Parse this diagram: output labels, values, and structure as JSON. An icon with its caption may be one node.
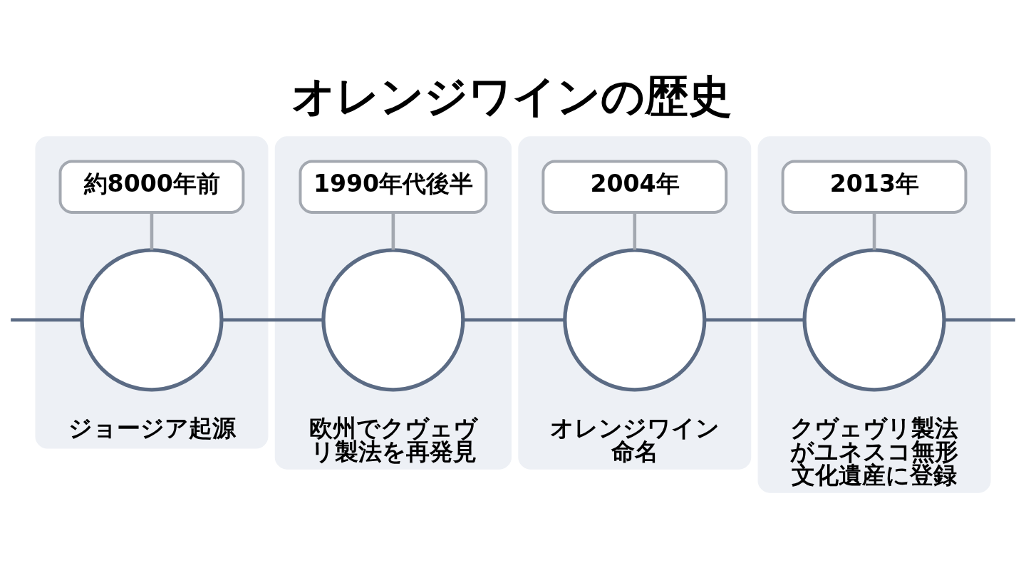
{
  "diagram": {
    "title": "オレンジワインの歴史",
    "nodes": [
      {
        "text": [
          "ジョージア起源"
        ]
      },
      {
        "text": [
          "約8000年前"
        ],
        "in": 0
      },
      {
        "text": [],
        "shape": "circle",
        "in": 0
      },
      {
        "text": [
          "欧州でクヴェヴリ製法を再発見"
        ]
      },
      {
        "text": [
          "1990年代後半"
        ],
        "in": 3
      },
      {
        "text": [],
        "shape": "circle",
        "in": 3
      },
      {
        "text": [
          "オレンジワイン命名"
        ]
      },
      {
        "text": [
          "2004年"
        ],
        "in": 6
      },
      {
        "text": [],
        "shape": "circle",
        "in": 6
      },
      {
        "text": [
          "クヴェヴリ製法がユネスコ無形文化遺産に登録"
        ]
      },
      {
        "text": [
          "2013年"
        ],
        "in": 9
      },
      {
        "text": [],
        "shape": "circle",
        "in": 9
      }
    ],
    "edges": [
      {
        "from": 1,
        "to": 2,
        "arrow": "none",
        "color": "#a3a8b0"
      },
      {
        "from": 4,
        "to": 5,
        "arrow": "none",
        "color": "#a3a8b0"
      },
      {
        "from": 7,
        "to": 8,
        "arrow": "none",
        "color": "#a3a8b0"
      },
      {
        "from": 10,
        "to": 11,
        "arrow": "none",
        "color": "#a3a8b0"
      },
      {
        "from": null,
        "to": 2,
        "arrow": "none"
      },
      {
        "from": 2,
        "to": 5,
        "arrow": "none"
      },
      {
        "from": 5,
        "to": 8,
        "arrow": "none"
      },
      {
        "from": 8,
        "to": 11,
        "arrow": "none"
      },
      {
        "from": 11,
        "to": null,
        "arrow": "none"
      }
    ]
  }
}
